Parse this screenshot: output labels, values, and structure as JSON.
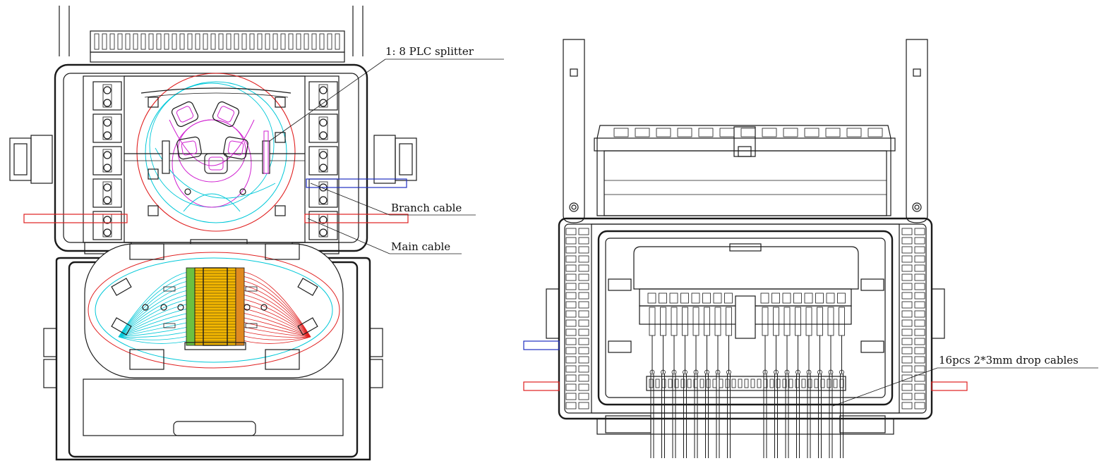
{
  "labels": {
    "splitter": "1: 8 PLC splitter",
    "branch_cable": "Branch cable",
    "main_cable": "Main cable",
    "drop_cables": "16pcs 2*3mm drop cables"
  },
  "colors": {
    "outline": "#1a1a1a",
    "red_fiber": "#e02020",
    "cyan_fiber": "#00c8d8",
    "magenta_fiber": "#d020d0",
    "blue_cable": "#2030c0",
    "yellow_adapter": "#f5b800",
    "orange_adapter": "#e08a20",
    "green_adapter": "#6cc040"
  }
}
